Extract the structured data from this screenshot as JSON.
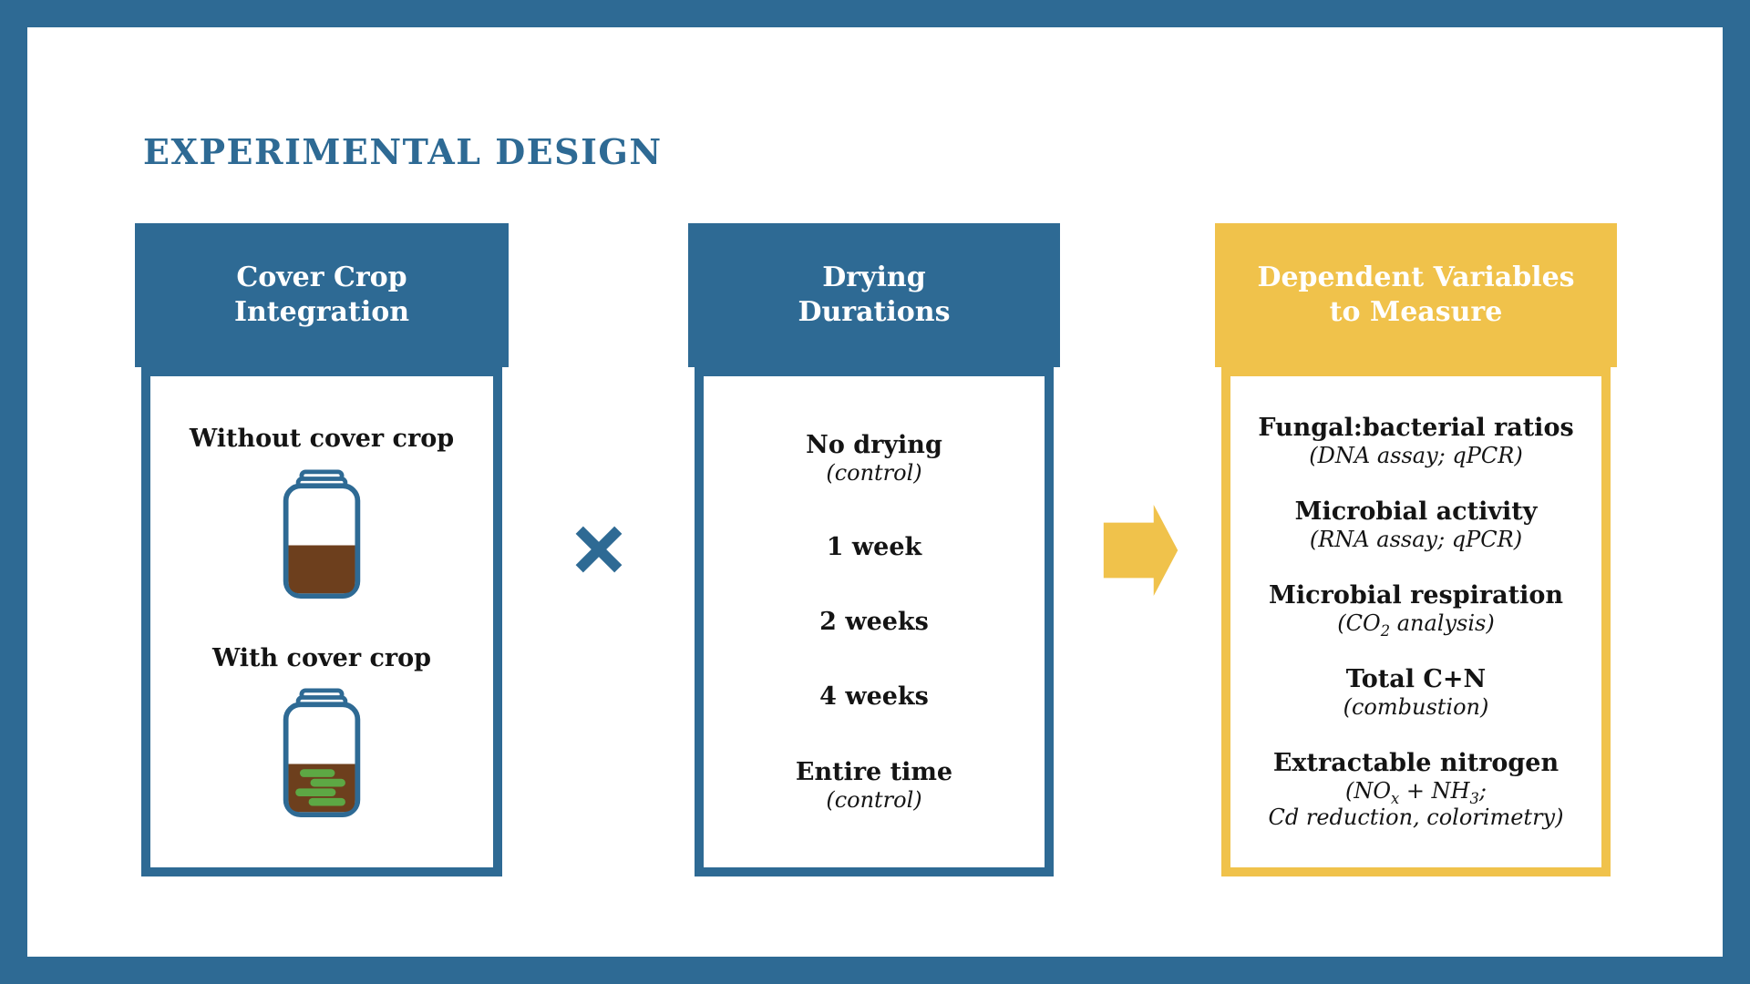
{
  "title": "EXPERIMENTAL DESIGN",
  "colors": {
    "blue": "#2e6a94",
    "yellow": "#f0c24b",
    "soil_brown": "#6d3f1d",
    "plant_green": "#5da844",
    "text_black": "#141414",
    "background": "#ffffff"
  },
  "operators": {
    "multiply": "×",
    "arrow": "→"
  },
  "panels": {
    "cover_crop": {
      "header": "Cover Crop\nIntegration",
      "items": [
        {
          "label": "Without cover crop",
          "icon": "soil-jar-icon"
        },
        {
          "label": "With cover crop",
          "icon": "soil-jar-with-cover-crop-icon"
        }
      ]
    },
    "drying": {
      "header": "Drying\nDurations",
      "items": [
        {
          "label": "No drying",
          "note": "(control)"
        },
        {
          "label": "1 week",
          "note": ""
        },
        {
          "label": "2 weeks",
          "note": ""
        },
        {
          "label": "4 weeks",
          "note": ""
        },
        {
          "label": "Entire time",
          "note": "(control)"
        }
      ]
    },
    "dependent": {
      "header": "Dependent Variables\nto Measure",
      "items": [
        {
          "label": "Fungal:bacterial ratios",
          "note": "(DNA assay; qPCR)"
        },
        {
          "label": "Microbial activity",
          "note": "(RNA assay; qPCR)"
        },
        {
          "label": "Microbial respiration",
          "note": "(CO<sub>2</sub> analysis)"
        },
        {
          "label": "Total C+N",
          "note": "(combustion)"
        },
        {
          "label": "Extractable nitrogen",
          "note": "(NO<sub>x</sub> + NH<sub>3</sub>;<br>Cd reduction, colorimetry)"
        }
      ]
    }
  }
}
